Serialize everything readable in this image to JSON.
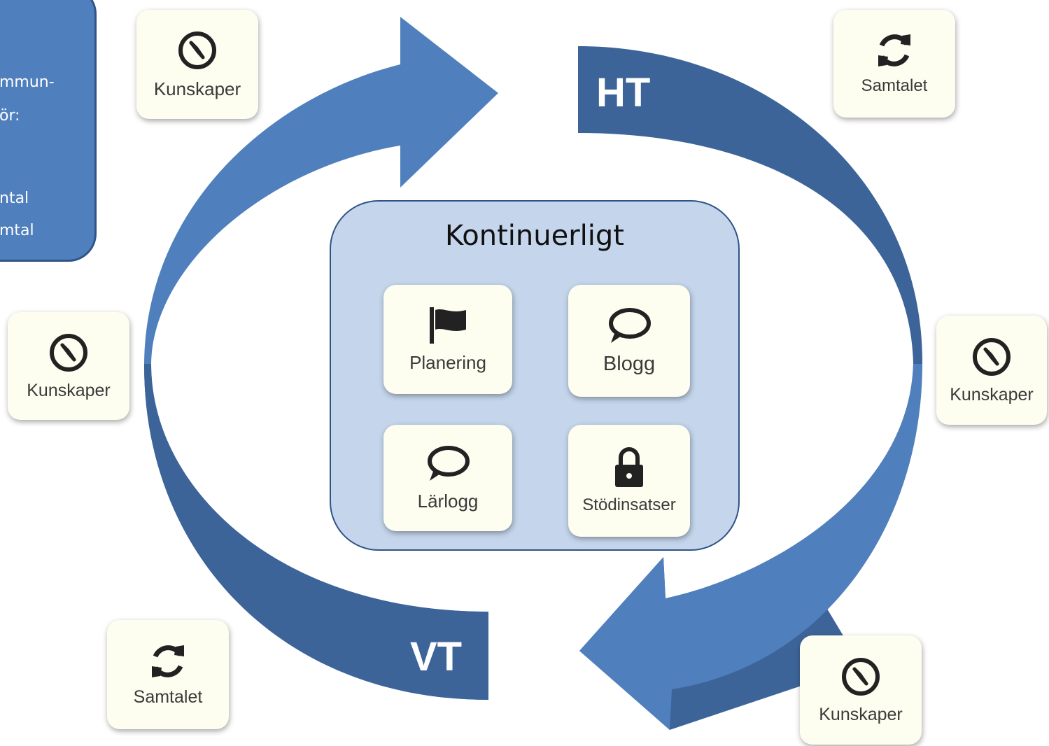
{
  "info_panel": {
    "lines": [
      "mmun-",
      "ör:",
      "ntal",
      "mtal"
    ]
  },
  "cycle": {
    "top_label": "HT",
    "bottom_label": "VT",
    "color_light": "#4f80bd",
    "color_dark": "#3d6499"
  },
  "center": {
    "title": "Kontinuerligt",
    "tiles": [
      {
        "label": "Planering",
        "icon": "flag-icon"
      },
      {
        "label": "Blogg",
        "icon": "speech-bubble-icon"
      },
      {
        "label": "Lärlogg",
        "icon": "speech-bubble-icon"
      },
      {
        "label": "Stödinsatser",
        "icon": "lock-icon"
      }
    ]
  },
  "outer_tiles": [
    {
      "label": "Kunskaper",
      "icon": "compass-icon"
    },
    {
      "label": "Samtalet",
      "icon": "refresh-icon"
    },
    {
      "label": "Kunskaper",
      "icon": "compass-icon"
    },
    {
      "label": "Kunskaper",
      "icon": "compass-icon"
    },
    {
      "label": "Samtalet",
      "icon": "refresh-icon"
    },
    {
      "label": "Kunskaper",
      "icon": "compass-icon"
    }
  ]
}
